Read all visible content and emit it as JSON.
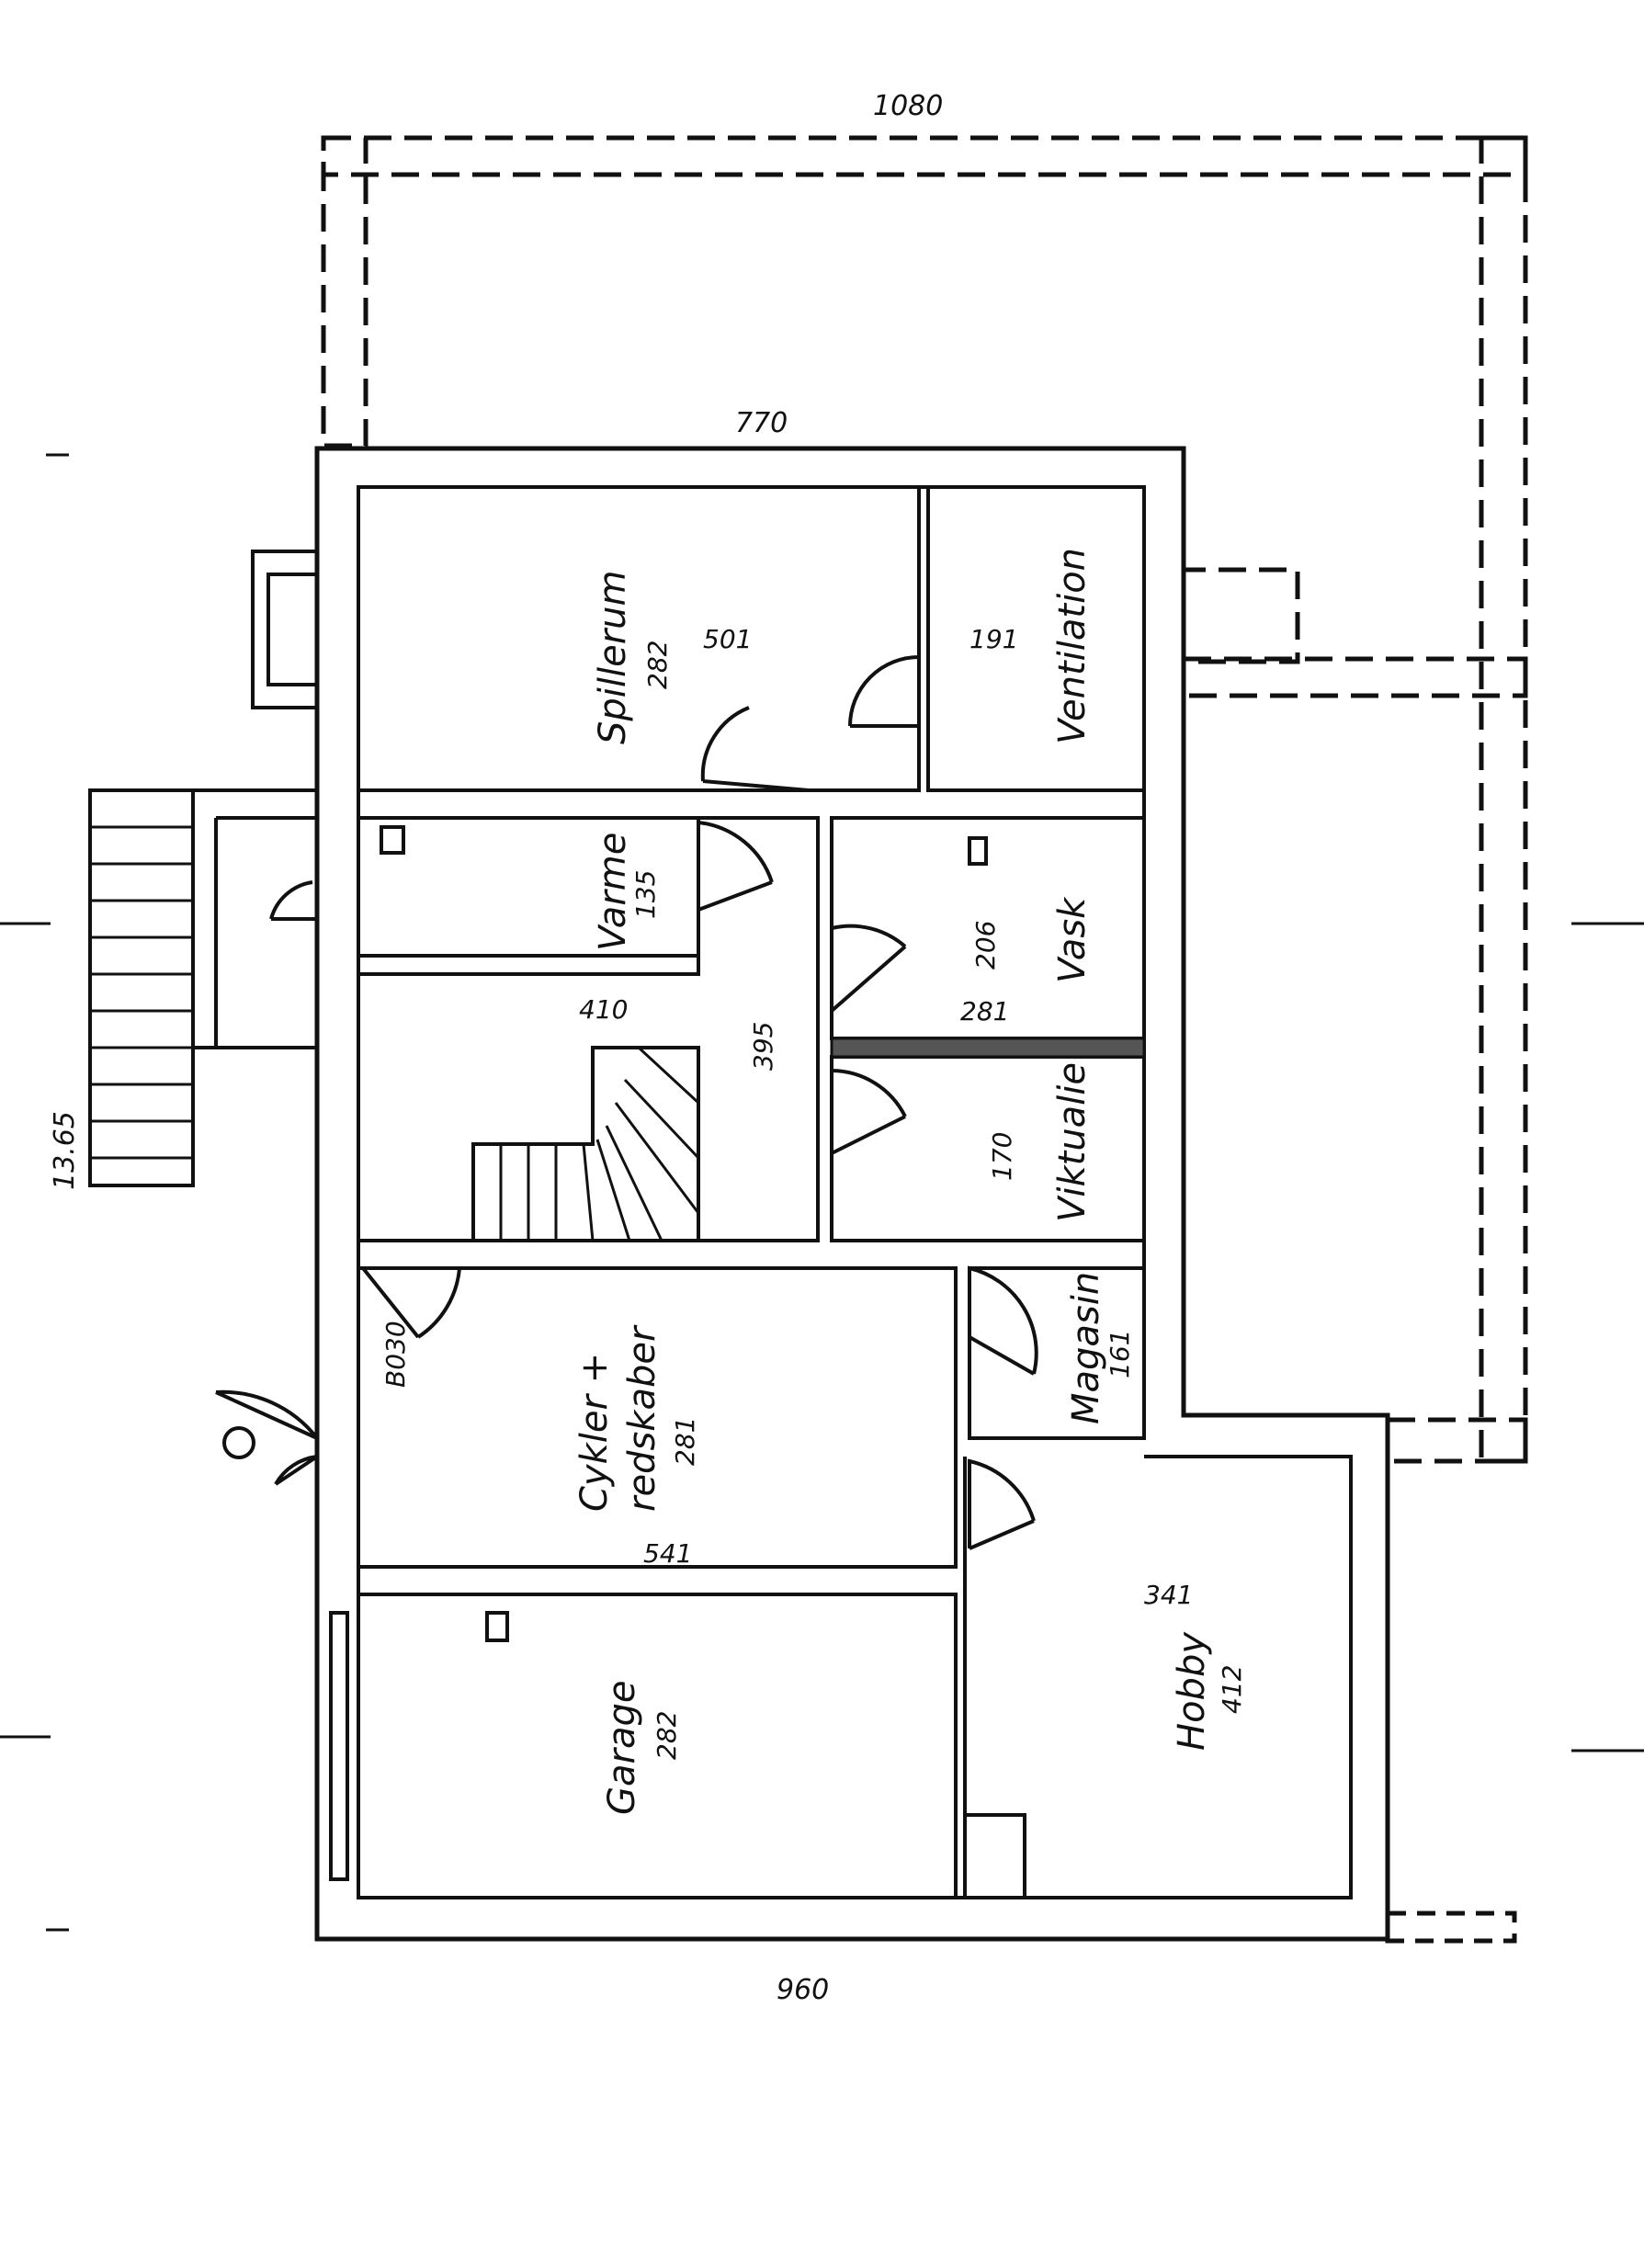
{
  "dimensions": {
    "top_outer": "1080",
    "top_wall": "770",
    "bottom": "960",
    "left": "13.65"
  },
  "rooms": {
    "spillerum": {
      "name": "Spillerum",
      "height": "282",
      "area": "501"
    },
    "ventilation": {
      "name": "Ventilation",
      "area": "191"
    },
    "varme": {
      "name": "Varme",
      "area": "135"
    },
    "vask": {
      "name": "Vask",
      "area": "206",
      "width": "281"
    },
    "stair": {
      "width": "410",
      "length": "395"
    },
    "viktualie": {
      "name": "Viktualie",
      "area": "170"
    },
    "cykler": {
      "name_line1": "Cykler +",
      "name_line2": "redskaber",
      "height": "281",
      "width": "541",
      "door": "B030"
    },
    "magasin": {
      "name": "Magasin",
      "area": "161"
    },
    "garage": {
      "name": "Garage",
      "height": "282"
    },
    "hobby": {
      "name": "Hobby",
      "area": "412",
      "width": "341"
    }
  }
}
